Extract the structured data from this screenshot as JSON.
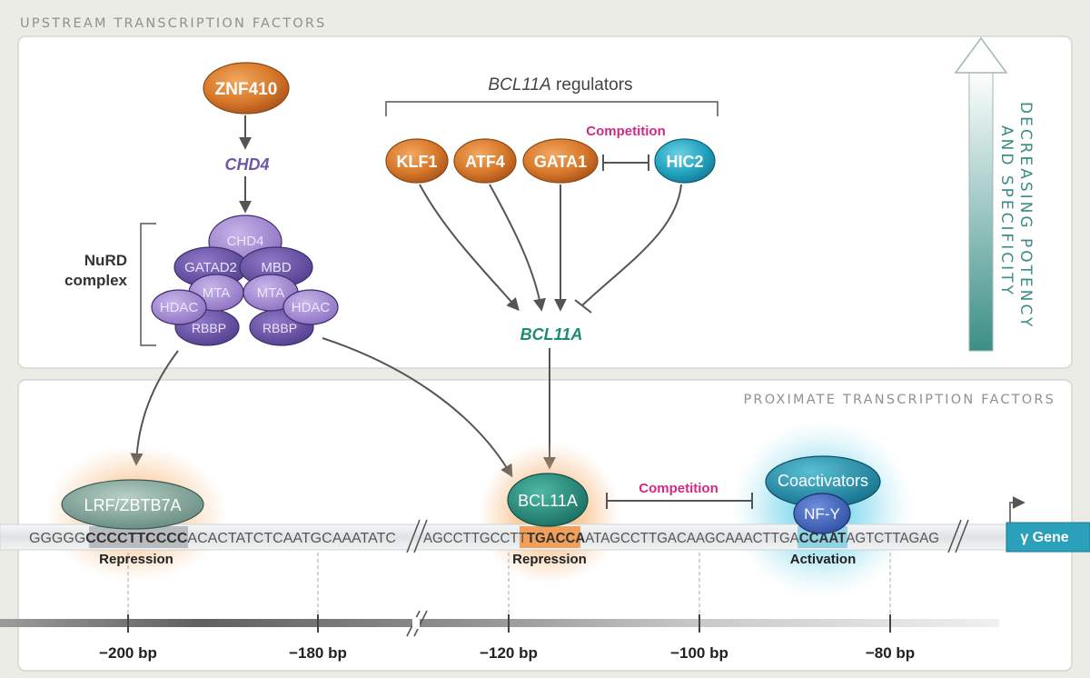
{
  "sections": {
    "upstream_title": "UPSTREAM TRANSCRIPTION FACTORS",
    "proximate_title": "PROXIMATE TRANSCRIPTION FACTORS"
  },
  "potency_axis": {
    "line1": "DECREASING POTENCY",
    "line2": "AND SPECIFICITY"
  },
  "upstream": {
    "znf410": "ZNF410",
    "chd4_gene": "CHD4",
    "nurd_label_line1": "NuRD",
    "nurd_label_line2": "complex",
    "nurd_subunits": {
      "chd4": "CHD4",
      "gatad2": "GATAD2",
      "mbd": "MBD",
      "mta_left": "MTA",
      "mta_right": "MTA",
      "hdac_left": "HDAC",
      "hdac_right": "HDAC",
      "rbbp_left": "RBBP",
      "rbbp_right": "RBBP"
    },
    "regulators_label_italic": "BCL11A",
    "regulators_label_rest": " regulators",
    "regulators": {
      "klf1": "KLF1",
      "atf4": "ATF4",
      "gata1": "GATA1",
      "hic2": "HIC2"
    },
    "competition": "Competition",
    "bcl11a_gene": "BCL11A"
  },
  "proximate": {
    "lrf": "LRF/ZBTB7A",
    "lrf_effect": "Repression",
    "bcl11a": "BCL11A",
    "bcl11a_effect": "Repression",
    "competition": "Competition",
    "coactivators": "Coactivators",
    "nfy": "NF-Y",
    "nfy_effect": "Activation",
    "gene_label": "γ Gene"
  },
  "sequence": {
    "seg1_pre": "GGGGG",
    "seg1_site": "CCCCTTCCCC",
    "seg1_post": "ACACTATCTCAATGCAAATATC",
    "seg2_pre": "AGCCTTGCCTT",
    "seg2_site": "TGACCA",
    "seg2_mid": "ATAGCCTTGACAAGCAAACTTGA",
    "seg2_site2": "CCAAT",
    "seg2_post": "AGTCTTAGAG"
  },
  "ruler": {
    "ticks": [
      "−200 bp",
      "−180 bp",
      "−120 bp",
      "−100 bp",
      "−80 bp"
    ]
  },
  "colors": {
    "orange_factor": "#d8792b",
    "teal_factor": "#23a5c2",
    "nurd_purple": "#8a6cbf",
    "bcl11a_green": "#1d8a78",
    "competition_magenta": "#d12a86",
    "site_highlight_gray": "#b9bcbf",
    "site_highlight_orange": "#f0a05a",
    "site_highlight_teal": "#8fd3e6"
  }
}
